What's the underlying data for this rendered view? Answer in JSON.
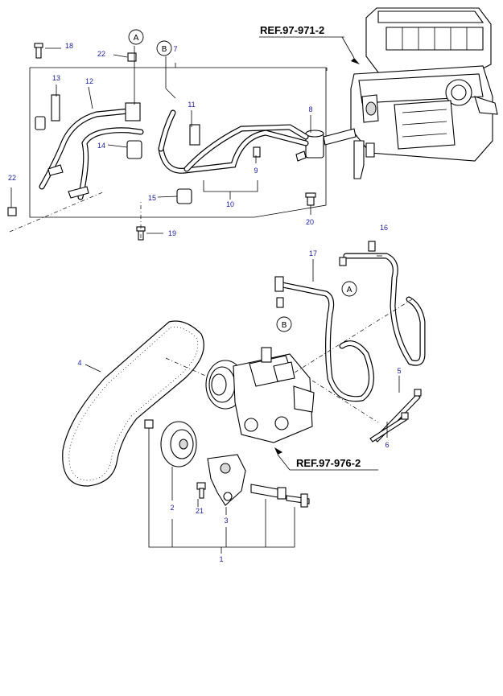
{
  "references": {
    "heater_unit": "REF.97-971-2",
    "compressor": "REF.97-976-2"
  },
  "connectors": {
    "a": "A",
    "b": "B"
  },
  "parts": [
    {
      "no": "1"
    },
    {
      "no": "2"
    },
    {
      "no": "3"
    },
    {
      "no": "4"
    },
    {
      "no": "5"
    },
    {
      "no": "6"
    },
    {
      "no": "7"
    },
    {
      "no": "8"
    },
    {
      "no": "9"
    },
    {
      "no": "10"
    },
    {
      "no": "11"
    },
    {
      "no": "12"
    },
    {
      "no": "13"
    },
    {
      "no": "14"
    },
    {
      "no": "15"
    },
    {
      "no": "16"
    },
    {
      "no": "17"
    },
    {
      "no": "18"
    },
    {
      "no": "19"
    },
    {
      "no": "20"
    },
    {
      "no": "21"
    },
    {
      "no": "22"
    },
    {
      "no": "22"
    }
  ]
}
